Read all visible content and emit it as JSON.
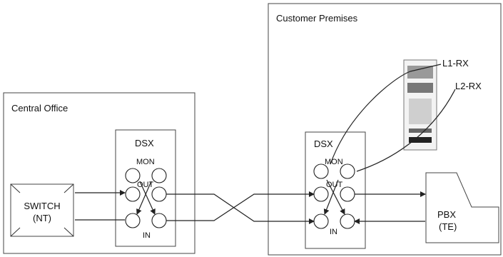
{
  "customer_premises": {
    "title": "Customer Premises"
  },
  "central_office": {
    "title": "Central Office"
  },
  "co_dsx": {
    "title": "DSX",
    "mon": "MON",
    "out": "OUT",
    "in": "IN"
  },
  "cp_dsx": {
    "title": "DSX",
    "mon": "MON",
    "out": "OUT",
    "in": "IN"
  },
  "switch": {
    "line1": "SWITCH",
    "line2": "(NT)"
  },
  "pbx": {
    "line1": "PBX",
    "line2": "(TE)"
  },
  "test_set": {
    "l1": "L1-RX",
    "l2": "L2-RX"
  }
}
